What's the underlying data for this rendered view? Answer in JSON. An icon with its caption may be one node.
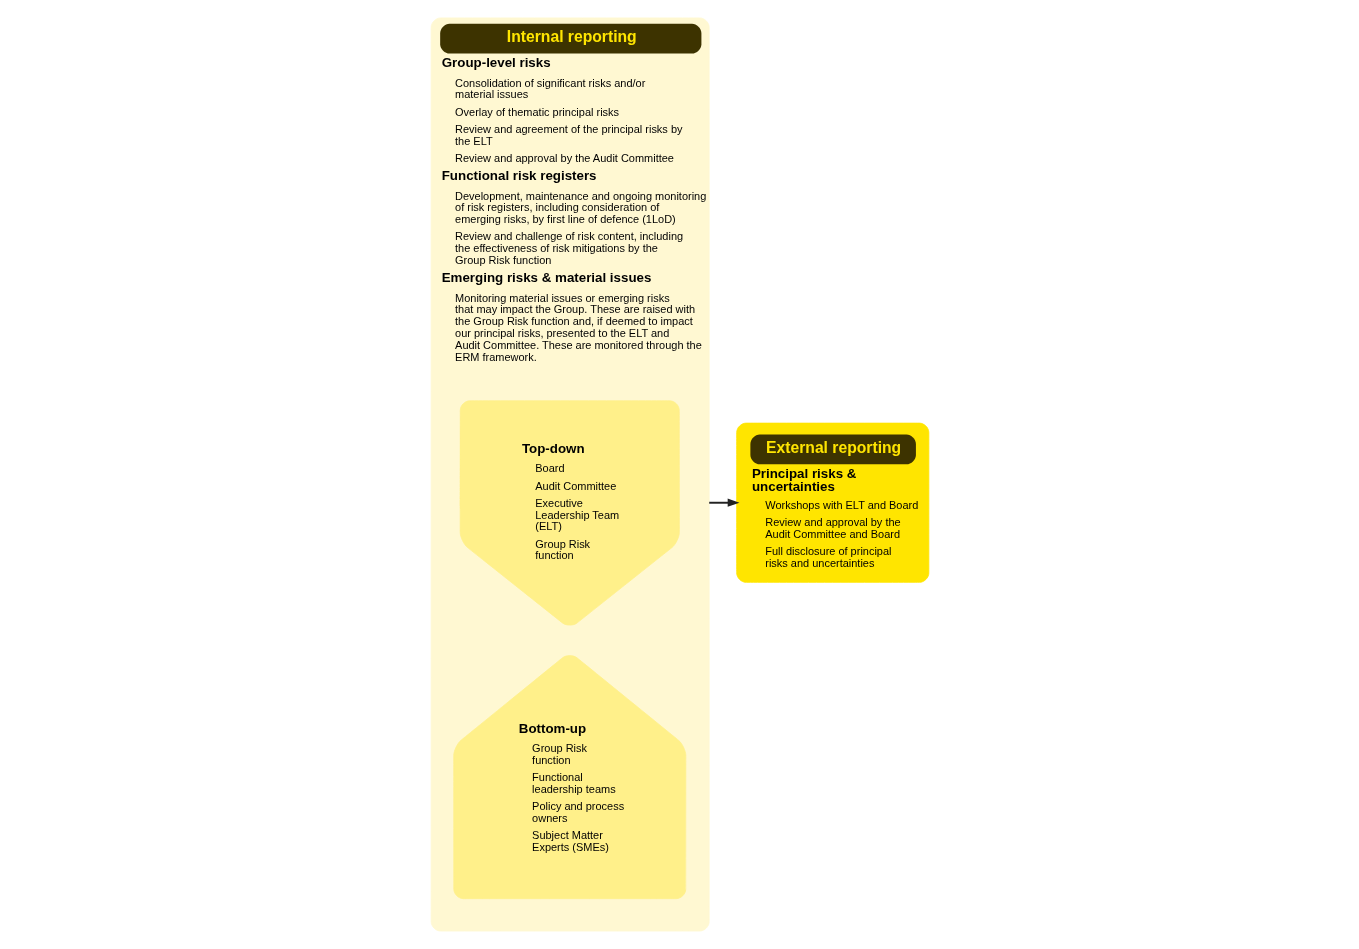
{
  "diagram": {
    "nodes": [
      {
        "text": [
          "Internal reporting",
          "Group-level risks",
          "Consolidation of significant risks and/or material issues",
          "Overlay of thematic principal risks",
          "Review and agreement of the principal risks by the ELT",
          "Review and approval by the Audit Committee",
          "Functional risk registers",
          "Development, maintenance and ongoing monitoring of risk registers, including consideration of emerging risks, by first line of defence (1LoD)",
          "Review and challenge of risk content, including the effectiveness of risk mitigations by the Group Risk function",
          "Emerging risks & material issues",
          "Monitoring material issues or emerging risks that may impact the Group. These are raised with the Group Risk function and, if deemed to impact our principal risks, presented to the ELT and Audit Committee. These are monitored through the ERM framework."
        ]
      },
      {
        "text": [
          "Top-down",
          "Board",
          "Audit Committee",
          "Executive Leadership Team (ELT)",
          "Group Risk function"
        ],
        "in": 0
      },
      {
        "text": [
          "Bottom-up",
          "Group Risk function",
          "Functional leadership teams",
          "Policy and process owners",
          "Subject Matter Experts (SMEs)"
        ],
        "in": 0
      },
      {
        "text": [
          "External reporting",
          "Principal risks & uncertainties",
          "Workshops with ELT and Board",
          "Review and approval by the Audit Committee and Board",
          "Full disclosure of principal risks and uncertainties"
        ]
      }
    ],
    "edges": [
      {
        "from": 0,
        "to": 3,
        "arrow": "to"
      }
    ]
  }
}
